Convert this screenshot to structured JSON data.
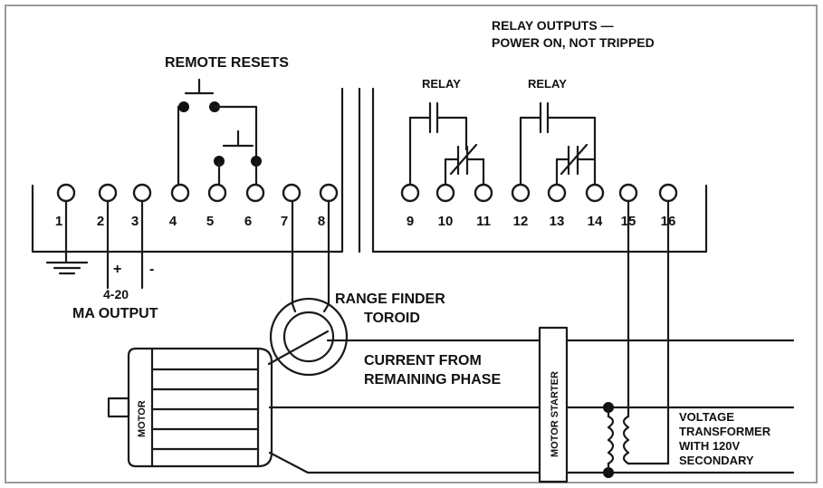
{
  "colors": {
    "ink": "#1a1a1a",
    "paper": "#ffffff",
    "frame": "#9a9a9a"
  },
  "terminals": [
    "1",
    "2",
    "3",
    "4",
    "5",
    "6",
    "7",
    "8",
    "9",
    "10",
    "11",
    "12",
    "13",
    "14",
    "15",
    "16"
  ],
  "labels": {
    "remote_resets": "REMOTE RESETS",
    "relay_outputs_line1": "RELAY OUTPUTS —",
    "relay_outputs_line2": "POWER ON, NOT TRIPPED",
    "relay_left": "RELAY",
    "relay_right": "RELAY",
    "plus": "+",
    "minus": "-",
    "ma_output_line1": "4-20",
    "ma_output_line2": "MA OUTPUT",
    "toroid_line1": "RANGE FINDER",
    "toroid_line2": "TOROID",
    "current_line1": "CURRENT FROM",
    "current_line2": "REMAINING PHASE",
    "motor": "MOTOR",
    "motor_starter": "MOTOR STARTER",
    "vt_line1": "VOLTAGE",
    "vt_line2": "TRANSFORMER",
    "vt_line3": "WITH 120V",
    "vt_line4": "SECONDARY"
  }
}
